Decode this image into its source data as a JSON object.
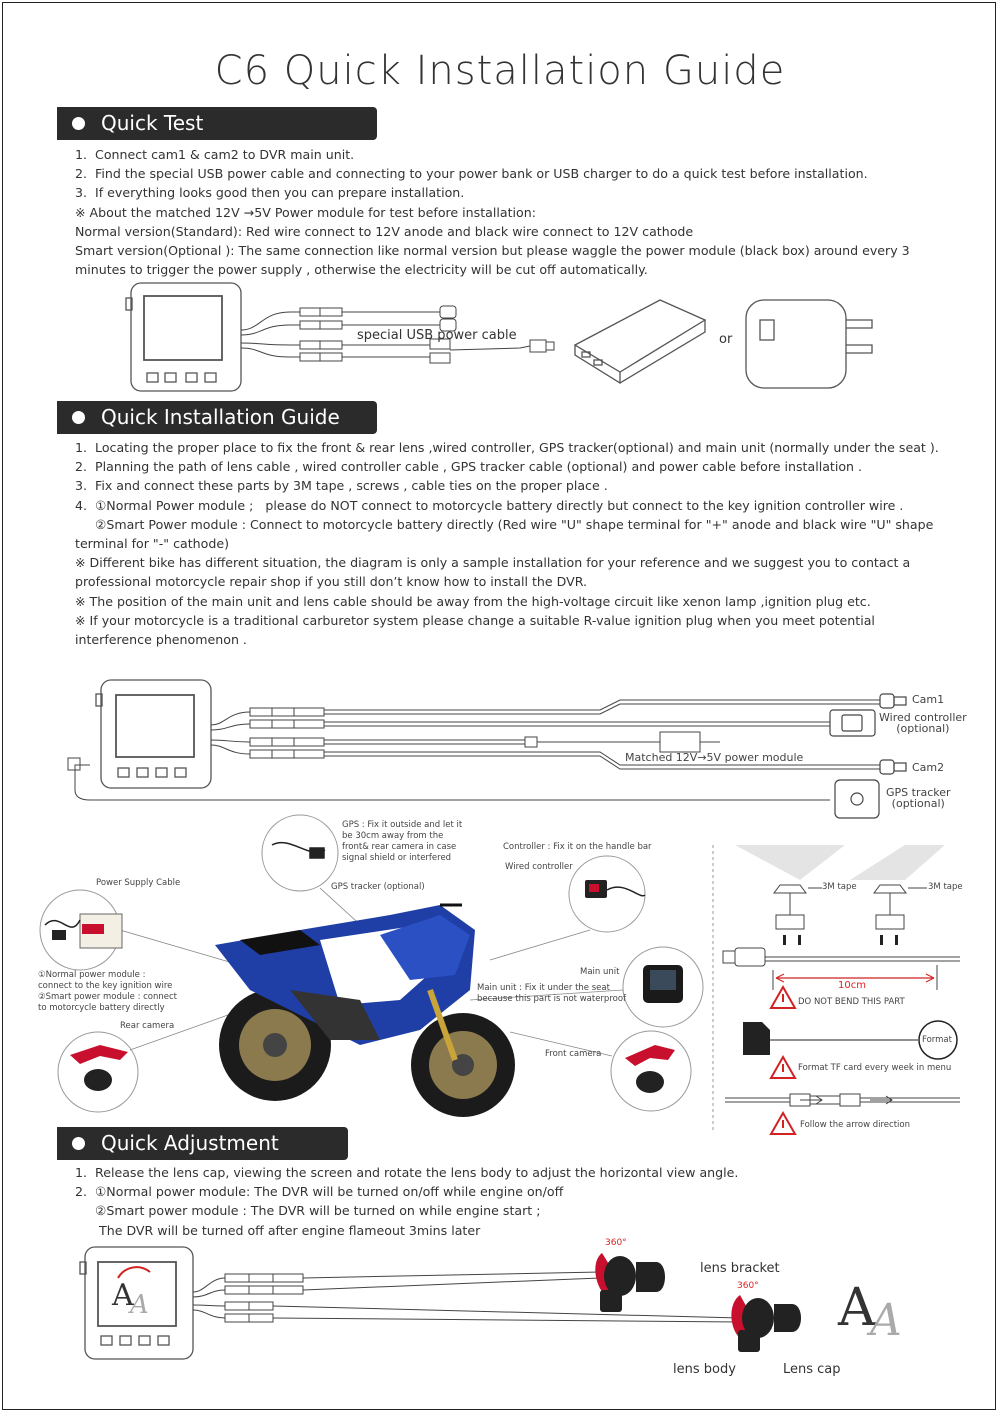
{
  "title": "C6 Quick Installation Guide",
  "sections": {
    "quick_test": {
      "heading": "Quick Test",
      "lines": [
        "1.  Connect cam1 & cam2 to DVR main unit.",
        "2.  Find the special USB power cable and connecting to your power bank or USB charger to do a quick test before installation.",
        "3.  If everything looks good then you can prepare installation.",
        "※ About the matched 12V →5V Power module for test before installation:",
        "Normal version(Standard): Red wire connect to 12V anode and black wire connect to 12V cathode",
        "Smart version(Optional ): The same connection like normal version but please waggle the power module (black box) around every 3",
        "minutes to trigger the power supply , otherwise the electricity will be cut off automatically."
      ],
      "diagram": {
        "cable_label": "special USB power cable",
        "or_label": "or"
      }
    },
    "install": {
      "heading": "Quick Installation Guide",
      "lines": [
        "1.  Locating the proper place to fix the front & rear lens ,wired controller, GPS tracker(optional) and main unit (normally under the seat ).",
        "2.  Planning the path of lens cable , wired controller cable , GPS tracker cable (optional) and power cable before installation .",
        "3.  Fix and connect these parts by 3M tape , screws , cable ties on the proper place .",
        "4.  ①Normal Power module ;   please do NOT connect to motorcycle battery directly but connect to the key ignition controller wire .",
        "     ②Smart Power module : Connect to motorcycle battery directly (Red wire \"U\" shape terminal for \"+\" anode and black wire \"U\" shape",
        "terminal for \"-\" cathode)",
        "※ Different bike has different situation, the diagram is only a sample installation for your reference and we suggest you to contact a",
        "professional motorcycle repair shop if you still don’t know how to install the DVR.",
        "※ The position of the main unit and lens cable should be away from the high-voltage circuit like xenon lamp ,ignition plug etc.",
        "※ If your motorcycle is a traditional carburetor system please change a suitable R-value ignition plug when you meet potential",
        "interference phenomenon ."
      ],
      "wiring": {
        "cam1": "Cam1",
        "wired_controller": "Wired controller\n(optional)",
        "power_module": "Matched 12V→5V power module",
        "cam2": "Cam2",
        "gps_tracker": "GPS tracker\n(optional)"
      },
      "bike": {
        "gps_note": "GPS : Fix it outside and let it\nbe 30cm away from the\nfront& rear camera in case\nsignal shield or interfered",
        "gps_label": "GPS tracker (optional)",
        "controller_note": "Controller : Fix it on the handle bar",
        "wired_controller": "Wired controller",
        "power_cable": "Power Supply Cable",
        "power_note": "①Normal power module :\nconnect to the key ignition wire\n②Smart power module : connect\nto motorcycle battery directly",
        "rear_camera": "Rear camera",
        "main_unit": "Main unit",
        "main_note": "Main unit : Fix it under the seat\nbecause this part is not waterproof",
        "front_camera": "Front camera"
      },
      "tips": {
        "tape_left": "3M tape",
        "tape_right": "3M tape",
        "distance": "10cm",
        "no_bend": "DO NOT BEND THIS PART",
        "format_btn": "Format",
        "format_note": "Format TF card every week in menu",
        "arrow_note": "Follow the arrow direction"
      }
    },
    "adjust": {
      "heading": "Quick Adjustment",
      "lines": [
        "1.  Release the lens cap, viewing the screen and rotate the lens body to adjust the horizontal view angle.",
        "2.  ①Normal power module: The DVR will be turned on/off while engine on/off",
        "     ②Smart power module : The DVR will be turned on while engine start ;",
        "      The DVR will be turned off after engine flameout 3mins later"
      ],
      "diagram": {
        "rot1": "360°",
        "rot2": "360°",
        "lens_bracket": "lens bracket",
        "lens_body": "lens body",
        "lens_cap": "Lens cap",
        "letter": "A"
      }
    }
  },
  "colors": {
    "header_bg": "#2b2b2b",
    "bike_blue": "#1f3fa6",
    "bracket_red": "#c8102e",
    "warn_red": "#d22222"
  }
}
